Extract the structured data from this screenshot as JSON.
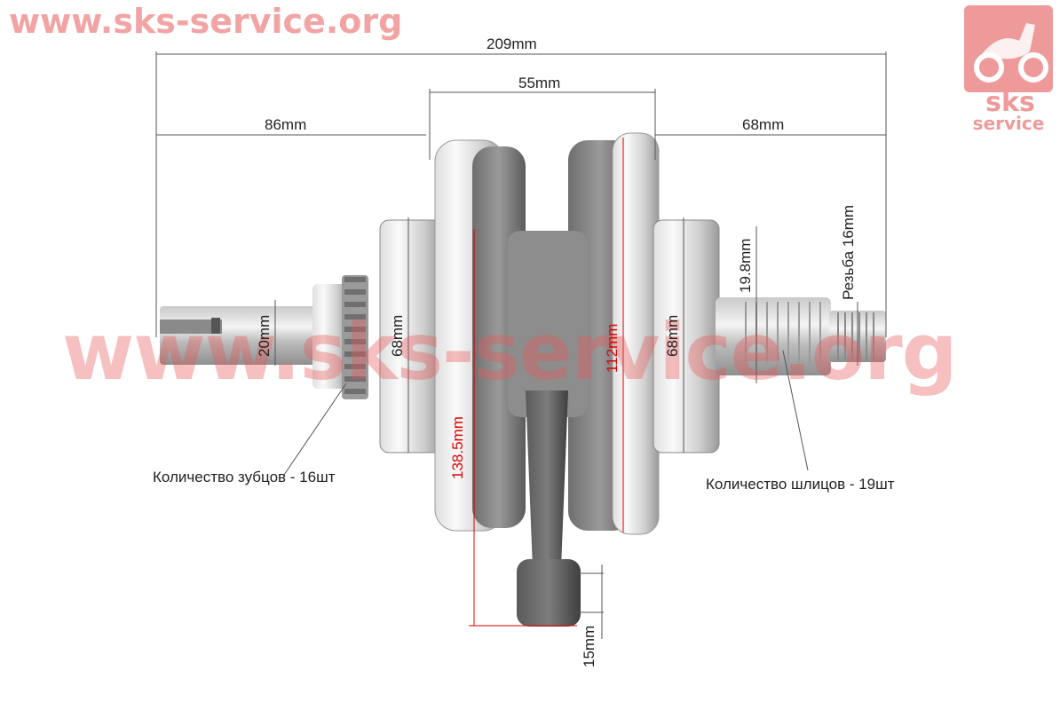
{
  "watermark": {
    "site_top": "www.sks-service.org",
    "site_center": "www.sks-service.org",
    "logo_line1": "sks",
    "logo_line2": "service"
  },
  "dimensions": {
    "total_length": "209mm",
    "left_shaft_length": "86mm",
    "crank_width": "55mm",
    "right_shaft_length": "68mm",
    "left_shaft_diameter": "20mm",
    "left_bearing_diameter": "68mm",
    "flywheel_diameter": "112mm",
    "rod_length": "138.5mm",
    "right_bearing_diameter": "68mm",
    "spline_diameter": "19.8mm",
    "thread_size": "Резьба 16mm",
    "rod_end_width": "15mm"
  },
  "callouts": {
    "teeth_count": "Количество зубцов - 16шт",
    "spline_count": "Количество шлицов - 19шт"
  }
}
